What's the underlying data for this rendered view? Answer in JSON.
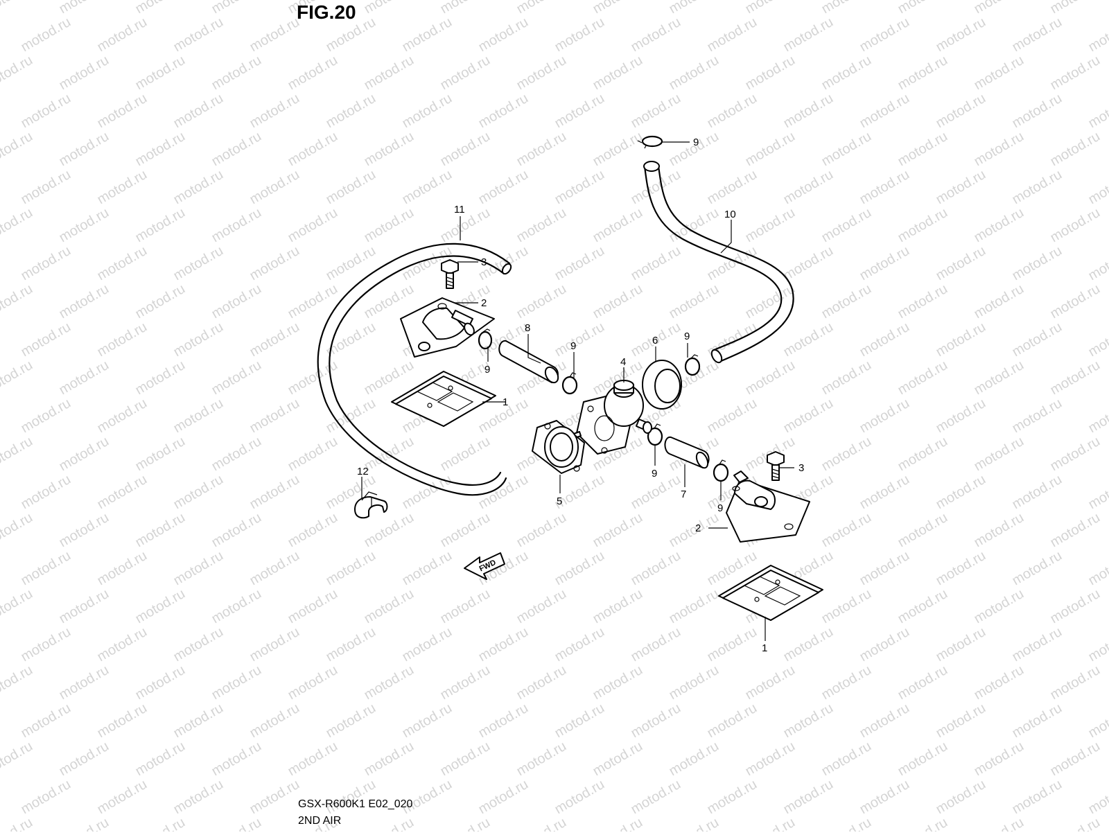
{
  "figure": {
    "title": "FIG.20",
    "model_code": "GSX-R600K1 E02_020",
    "section_name": "2ND AIR",
    "watermark": "motod.ru",
    "fwd_label": "FWD"
  },
  "callouts": [
    {
      "id": "c-9-top",
      "label": "9"
    },
    {
      "id": "c-10",
      "label": "10"
    },
    {
      "id": "c-11",
      "label": "11"
    },
    {
      "id": "c-3-left",
      "label": "3"
    },
    {
      "id": "c-2-left",
      "label": "2"
    },
    {
      "id": "c-9-left",
      "label": "9"
    },
    {
      "id": "c-8",
      "label": "8"
    },
    {
      "id": "c-9-mid",
      "label": "9"
    },
    {
      "id": "c-4",
      "label": "4"
    },
    {
      "id": "c-6",
      "label": "6"
    },
    {
      "id": "c-9-right",
      "label": "9"
    },
    {
      "id": "c-1-left",
      "label": "1"
    },
    {
      "id": "c-5",
      "label": "5"
    },
    {
      "id": "c-9-lower",
      "label": "9"
    },
    {
      "id": "c-7",
      "label": "7"
    },
    {
      "id": "c-9-bottom",
      "label": "9"
    },
    {
      "id": "c-3-right",
      "label": "3"
    },
    {
      "id": "c-2-right",
      "label": "2"
    },
    {
      "id": "c-12",
      "label": "12"
    },
    {
      "id": "c-1-right",
      "label": "1"
    }
  ]
}
